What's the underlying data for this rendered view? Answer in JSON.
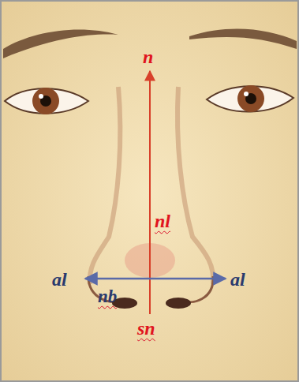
{
  "diagram": {
    "labels": [
      "n",
      "nl",
      "al",
      "al",
      "nb",
      "sn"
    ]
  }
}
